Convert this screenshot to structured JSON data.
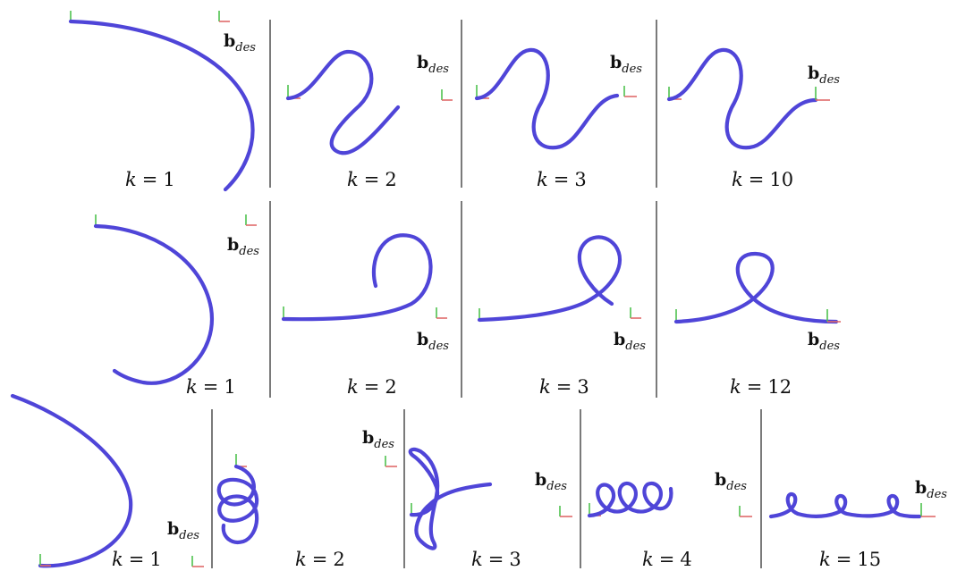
{
  "figure": {
    "target_symbol": "b",
    "target_subscript": "des",
    "equals_sign": "=",
    "rows": [
      {
        "panels": [
          {
            "k_var": "k",
            "k_value": "1"
          },
          {
            "k_var": "k",
            "k_value": "2"
          },
          {
            "k_var": "k",
            "k_value": "3"
          },
          {
            "k_var": "k",
            "k_value": "10"
          }
        ]
      },
      {
        "panels": [
          {
            "k_var": "k",
            "k_value": "1"
          },
          {
            "k_var": "k",
            "k_value": "2"
          },
          {
            "k_var": "k",
            "k_value": "3"
          },
          {
            "k_var": "k",
            "k_value": "12"
          }
        ]
      },
      {
        "panels": [
          {
            "k_var": "k",
            "k_value": "1"
          },
          {
            "k_var": "k",
            "k_value": "2"
          },
          {
            "k_var": "k",
            "k_value": "3"
          },
          {
            "k_var": "k",
            "k_value": "4"
          },
          {
            "k_var": "k",
            "k_value": "15"
          }
        ]
      }
    ],
    "colors": {
      "rod": "#4f45d8",
      "axis_x": "#e06a6a",
      "axis_y": "#4ec24e",
      "separator": "#222222"
    }
  }
}
